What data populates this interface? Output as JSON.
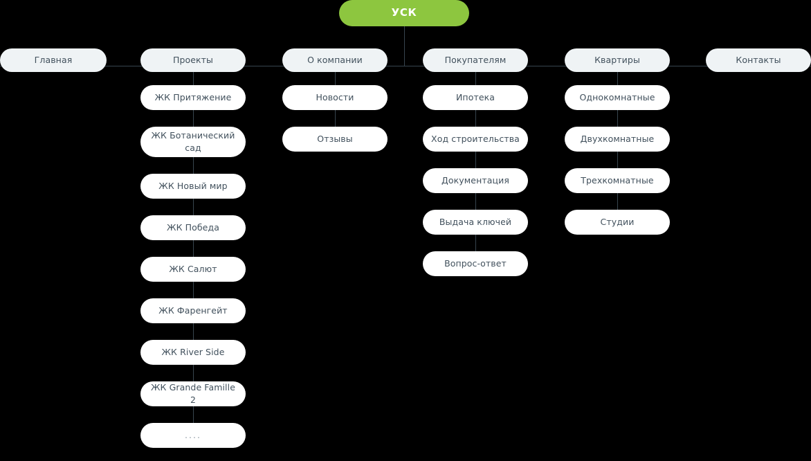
{
  "diagram": {
    "title": "Sitemap",
    "type": "site-map-tree",
    "colors": {
      "background": "#000000",
      "root_fill": "#8dc63f",
      "root_text": "#ffffff",
      "level1_fill": "#eff3f5",
      "level2_fill": "#ffffff",
      "node_text": "#41505c",
      "connector": "#38454f",
      "muted_text": "#8b98a3"
    }
  },
  "root": {
    "label": "УСК"
  },
  "columns": [
    {
      "id": "glavnaya",
      "label": "Главная",
      "children": []
    },
    {
      "id": "proekty",
      "label": "Проекты",
      "children": [
        {
          "label": "ЖК Притяжение"
        },
        {
          "label": "ЖК Ботанический сад"
        },
        {
          "label": "ЖК Новый мир"
        },
        {
          "label": "ЖК Победа"
        },
        {
          "label": "ЖК Салют"
        },
        {
          "label": "ЖК Фаренгейт"
        },
        {
          "label": "ЖК River Side"
        },
        {
          "label": "ЖК Grande Famille 2"
        },
        {
          "label": "...."
        }
      ]
    },
    {
      "id": "o-kompanii",
      "label": "О компании",
      "children": [
        {
          "label": "Новости"
        },
        {
          "label": "Отзывы"
        }
      ]
    },
    {
      "id": "pokupatelyam",
      "label": "Покупателям",
      "children": [
        {
          "label": "Ипотека"
        },
        {
          "label": "Ход строительства"
        },
        {
          "label": "Документация"
        },
        {
          "label": "Выдача ключей"
        },
        {
          "label": "Вопрос-ответ"
        }
      ]
    },
    {
      "id": "kvartiry",
      "label": "Квартиры",
      "children": [
        {
          "label": "Однокомнатные"
        },
        {
          "label": "Двухкомнатные"
        },
        {
          "label": "Трехкомнатные"
        },
        {
          "label": "Студии"
        }
      ]
    },
    {
      "id": "kontakty",
      "label": "Контакты",
      "children": []
    }
  ]
}
